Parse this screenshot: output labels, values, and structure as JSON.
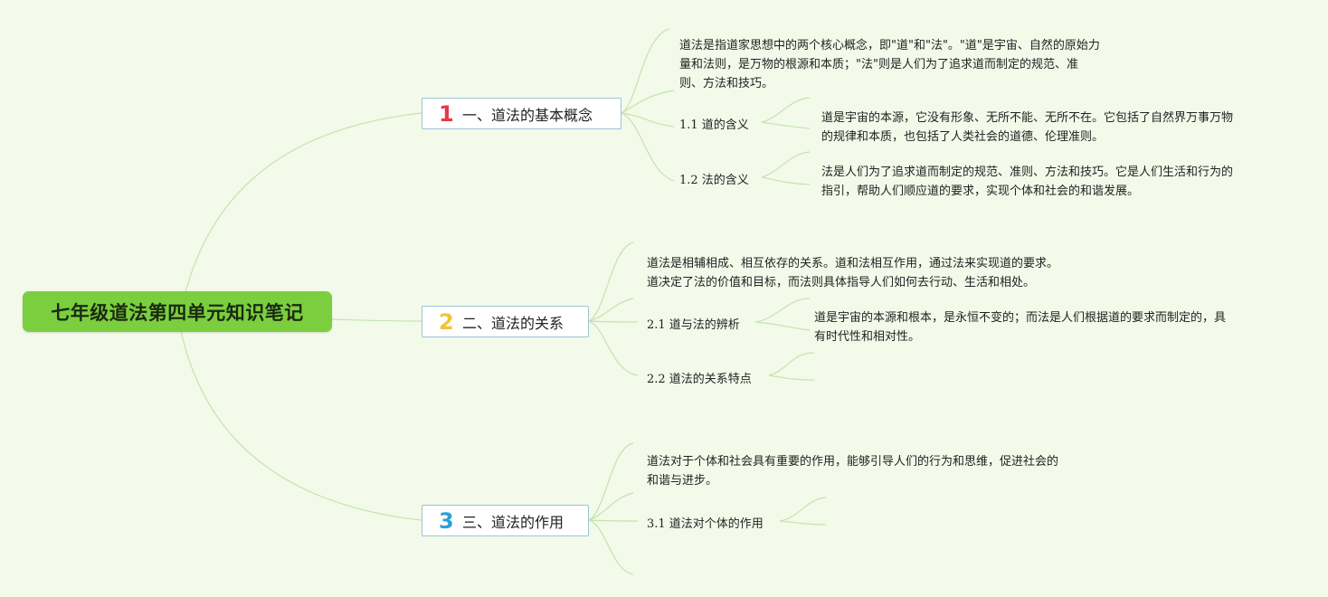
{
  "root": {
    "title": "七年级道法第四单元知识笔记"
  },
  "branches": [
    {
      "num": "1",
      "title": "一、道法的基本概念",
      "notes": [
        "道法是指道家思想中的两个核心概念，即\"道\"和\"法\"。\"道\"是宇宙、自然的原始力",
        "量和法则，是万物的根源和本质；\"法\"则是人们为了追求道而制定的规范、准",
        "则、方法和技巧。"
      ],
      "subs": [
        {
          "label": "1.1 道的含义",
          "detail": [
            "道是宇宙的本源，它没有形象、无所不能、无所不在。它包括了自然界万事万物",
            "的规律和本质，也包括了人类社会的道德、伦理准则。"
          ]
        },
        {
          "label": "1.2 法的含义",
          "detail": [
            "法是人们为了追求道而制定的规范、准则、方法和技巧。它是人们生活和行为的",
            "指引，帮助人们顺应道的要求，实现个体和社会的和谐发展。"
          ]
        }
      ]
    },
    {
      "num": "2",
      "title": "二、道法的关系",
      "notes": [
        "道法是相辅相成、相互依存的关系。道和法相互作用，通过法来实现道的要求。",
        "道决定了法的价值和目标，而法则具体指导人们如何去行动、生活和相处。"
      ],
      "subs": [
        {
          "label": "2.1 道与法的辨析",
          "detail": [
            "道是宇宙的本源和根本，是永恒不变的；而法是人们根据道的要求而制定的，具",
            "有时代性和相对性。"
          ]
        },
        {
          "label": "2.2 道法的关系特点",
          "detail": []
        }
      ]
    },
    {
      "num": "3",
      "title": "三、道法的作用",
      "notes": [
        "道法对于个体和社会具有重要的作用，能够引导人们的行为和思维，促进社会的",
        "和谐与进步。"
      ],
      "subs": [
        {
          "label": "3.1 道法对个体的作用",
          "detail": []
        }
      ]
    }
  ],
  "colors": {
    "background": "#f3fae9",
    "root": "#7bcf3f",
    "line": "#c5e3ae",
    "topic_border": "#9cc3d6",
    "num1": "#e33a4a",
    "num2": "#f2c33a",
    "num3": "#2e9fd8"
  }
}
